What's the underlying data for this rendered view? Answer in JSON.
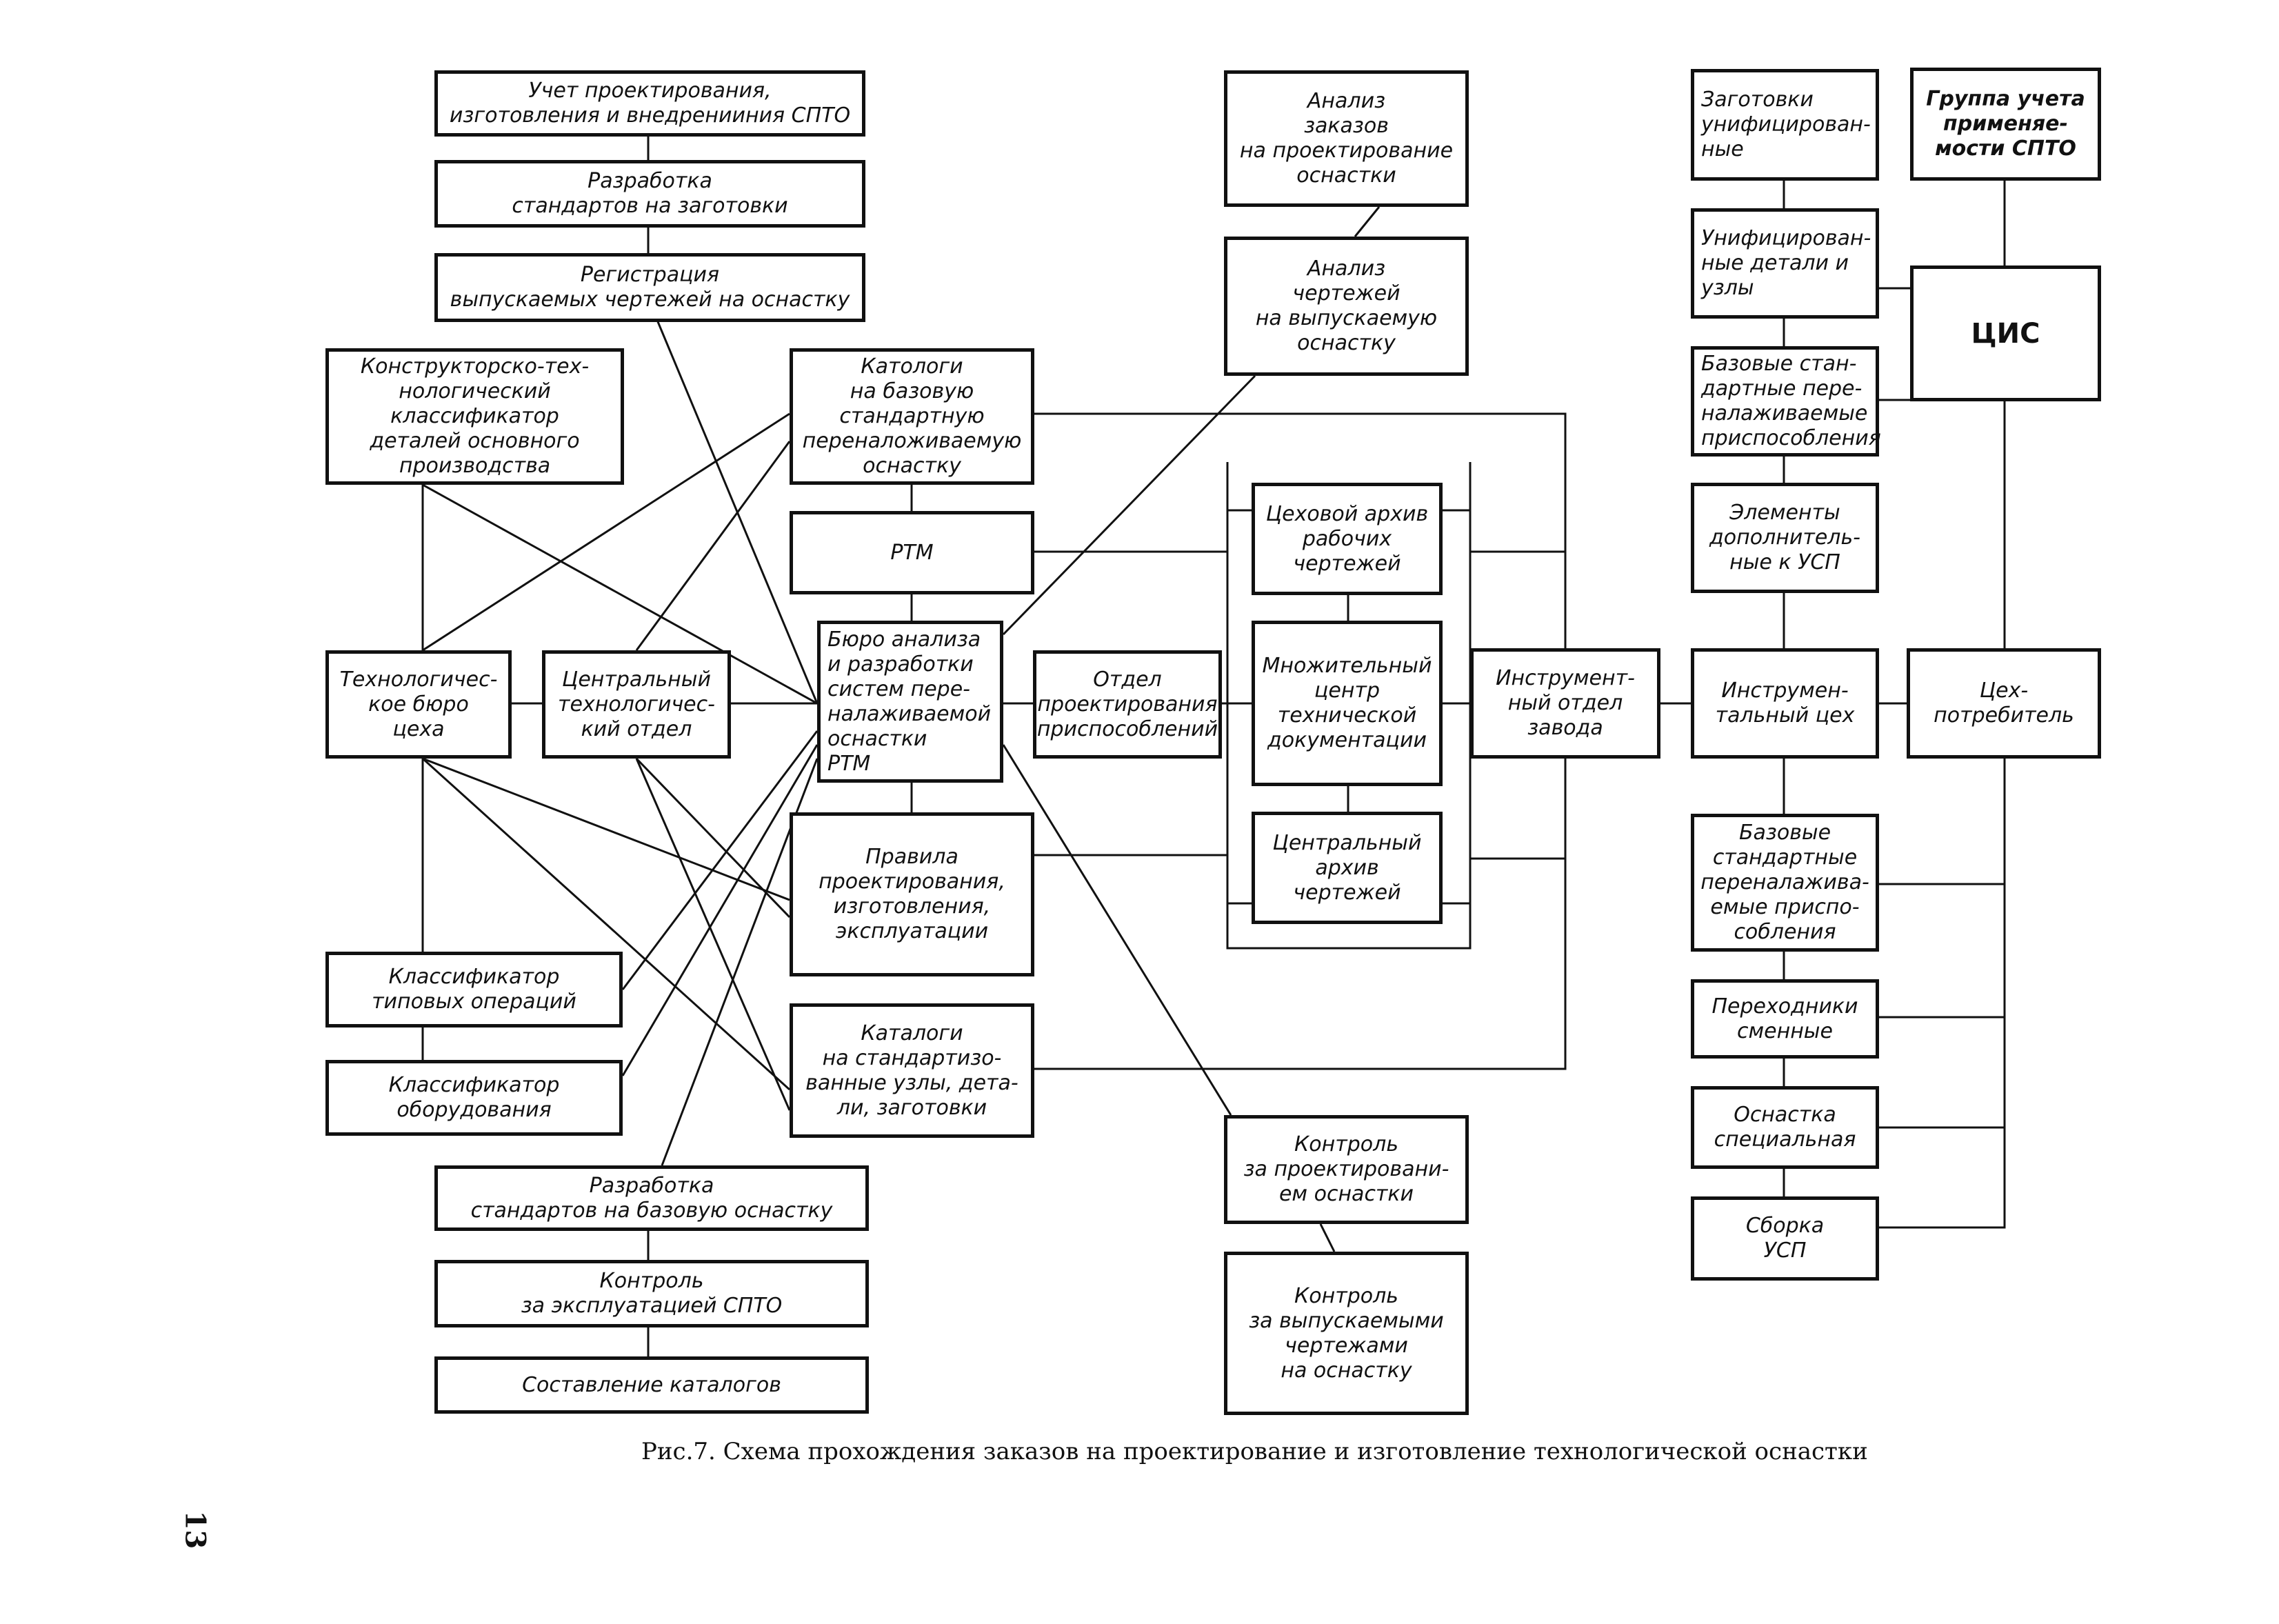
{
  "boxes": {
    "uchet": "Учет проектирования,\nизготовления и внедренииния СПТО",
    "razrabotka_zag": "Разработка\nстандартов на заготовки",
    "registraciya": "Регистрация\nвыпускаемых чертежей на оснастку",
    "konstr_klass": "Конструкторско-тех-\nнологический\nклассификатор\nдеталей основного\nпроизводства",
    "tekh_buro": "Технологичес-\nкое бюро\nцеха",
    "centr_tekh": "Центральный\nтехнологичес-\nкий отдел",
    "klass_oper": "Классификатор\nтиповых операций",
    "klass_obor": "Классификатор\nоборудования",
    "razrab_baz": "Разработка\nстандартов на базовую оснастку",
    "kontrol_ekspl": "Контроль\nза эксплуатацией СПТО",
    "sostavlenie": "Составление каталогов",
    "katalogi_baz": "Катологи\nна базовую\nстандартную\nпереналоживаемую\nоснастку",
    "rtm": "РТМ",
    "buro_analiza": "Бюро анализа\nи разработки\nсистем пере-\nналаживаемой\nоснастки\nРТМ",
    "pravila": "Правила\nпроектирования,\nизготовления,\nэксплуатации",
    "katalogi_std": "Каталоги\nна стандартизо-\nванные узлы, дета-\nли, заготовки",
    "analiz_zakazov": "Анализ\nзаказов\nна проектирование\nоснастки",
    "analiz_chert": "Анализ\nчертежей\nна выпускаемую\nоснастку",
    "cekh_arkhiv": "Цеховой архив\nрабочих\nчертежей",
    "mnozh_centr": "Множительный\nцентр\nтехнической\nдокументации",
    "centr_arkhiv": "Центральный\nархив\nчертежей",
    "otdel_proekt": "Отдел\nпроектирования\nприспособлений",
    "instr_otdel": "Инструмент-\nный отдел\nзавода",
    "kontrol_proekt": "Контроль\nза проектировани-\nем оснастки",
    "kontrol_vyp": "Контроль\nза выпускаемыми\nчертежами\nна оснастку",
    "zagotovki_unif": "Заготовки\nунифицирован-\nные",
    "unif_detali": "Унифицирован-\nные детали и\nузлы",
    "baz_std_1": "Базовые стан-\nдартные пере-\nналаживаемые\nприспособления",
    "elementy": "Элементы\nдополнитель-\nные к УСП",
    "instr_cekh": "Инструмен-\nтальный цех",
    "baz_std_2": "Базовые\nстандартные\nпереналажива-\nемые приспо-\nсобления",
    "perekhodniki": "Переходники\nсменные",
    "osnastka_spec": "Оснастка\nспециальная",
    "sborka": "Сборка\nУСП",
    "gruppa_ucheta": "Группа учета\nприменяе-\nмости СПТО",
    "cis": "ЦИС",
    "cekh_potr": "Цех-\nпотребитель"
  },
  "caption": "Рис.7. Схема прохождения заказов на проектирование и изготовление технологической оснастки",
  "page_number": "13"
}
